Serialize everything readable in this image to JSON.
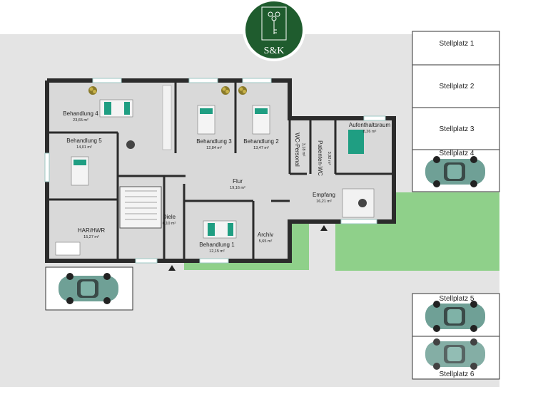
{
  "logo": {
    "text": "S&K",
    "color": "#1f5c2e"
  },
  "colors": {
    "lawn": "#8fd08a",
    "ground": "#e4e4e4",
    "floor": "#d9d9d9",
    "wall": "#2b2b2b",
    "car": "#6fa096",
    "bed_green": "#1f9e82",
    "logo_green": "#1f5c2e"
  },
  "rooms": [
    {
      "name": "Behandlung 4",
      "area": "23,65 m²"
    },
    {
      "name": "Behandlung 3",
      "area": "12,84 m²"
    },
    {
      "name": "Behandlung 2",
      "area": "13,47 m²"
    },
    {
      "name": "Behandlung 5",
      "area": "14,01 m²"
    },
    {
      "name": "Flur",
      "area": "19,16 m²"
    },
    {
      "name": "Diele",
      "area": "6,10 m²"
    },
    {
      "name": "HAR/HWR",
      "area": "15,27 m²"
    },
    {
      "name": "Behandlung 1",
      "area": "12,15 m²"
    },
    {
      "name": "Archiv",
      "area": "5,65 m²"
    },
    {
      "name": "Empfang",
      "area": "16,21 m²"
    },
    {
      "name": "Aufenthaltsraum",
      "area": "8,26 m²"
    },
    {
      "name": "WC-Personal",
      "area": "3,18 m²"
    },
    {
      "name": "Patienten-WC",
      "area": "3,92 m²"
    }
  ],
  "parking": [
    "Stellplatz 1",
    "Stellplatz 2",
    "Stellplatz 3",
    "Stellplatz 4",
    "Stellplatz 5",
    "Stellplatz 6"
  ]
}
